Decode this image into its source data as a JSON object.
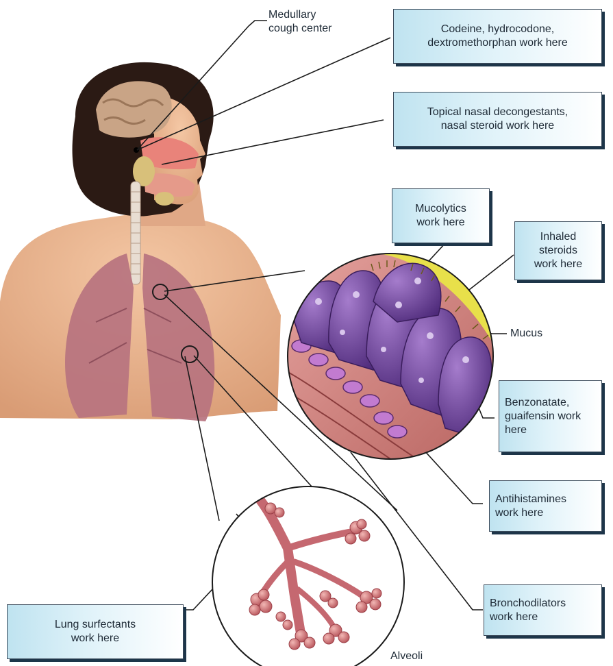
{
  "labels": {
    "medullary": "Medullary\ncough center",
    "mucus": "Mucus",
    "alveoli": "Alveoli"
  },
  "callouts": {
    "codeine": "Codeine, hydrocodone,\ndextromethorphan work here",
    "nasal": "Topical nasal decongestants,\nnasal steroid work here",
    "mucolytics": "Mucolytics\nwork here",
    "inhaled": "Inhaled\nsteroids\nwork here",
    "benzonatate": "Benzonatate,\nguaifensin work\nhere",
    "antihistamines": "Antihistamines\nwork here",
    "bronchodilators": "Bronchodilators\nwork here",
    "surfactants": "Lung surfectants\nwork here"
  },
  "colors": {
    "skin": "#e9b48f",
    "hair": "#2b1a14",
    "lung": "#b7737f",
    "cilia_cells": "#7a4aa6",
    "mucus": "#e8e04a",
    "alveoli": "#c8757a",
    "callout_bg": "#cfeaf4"
  }
}
